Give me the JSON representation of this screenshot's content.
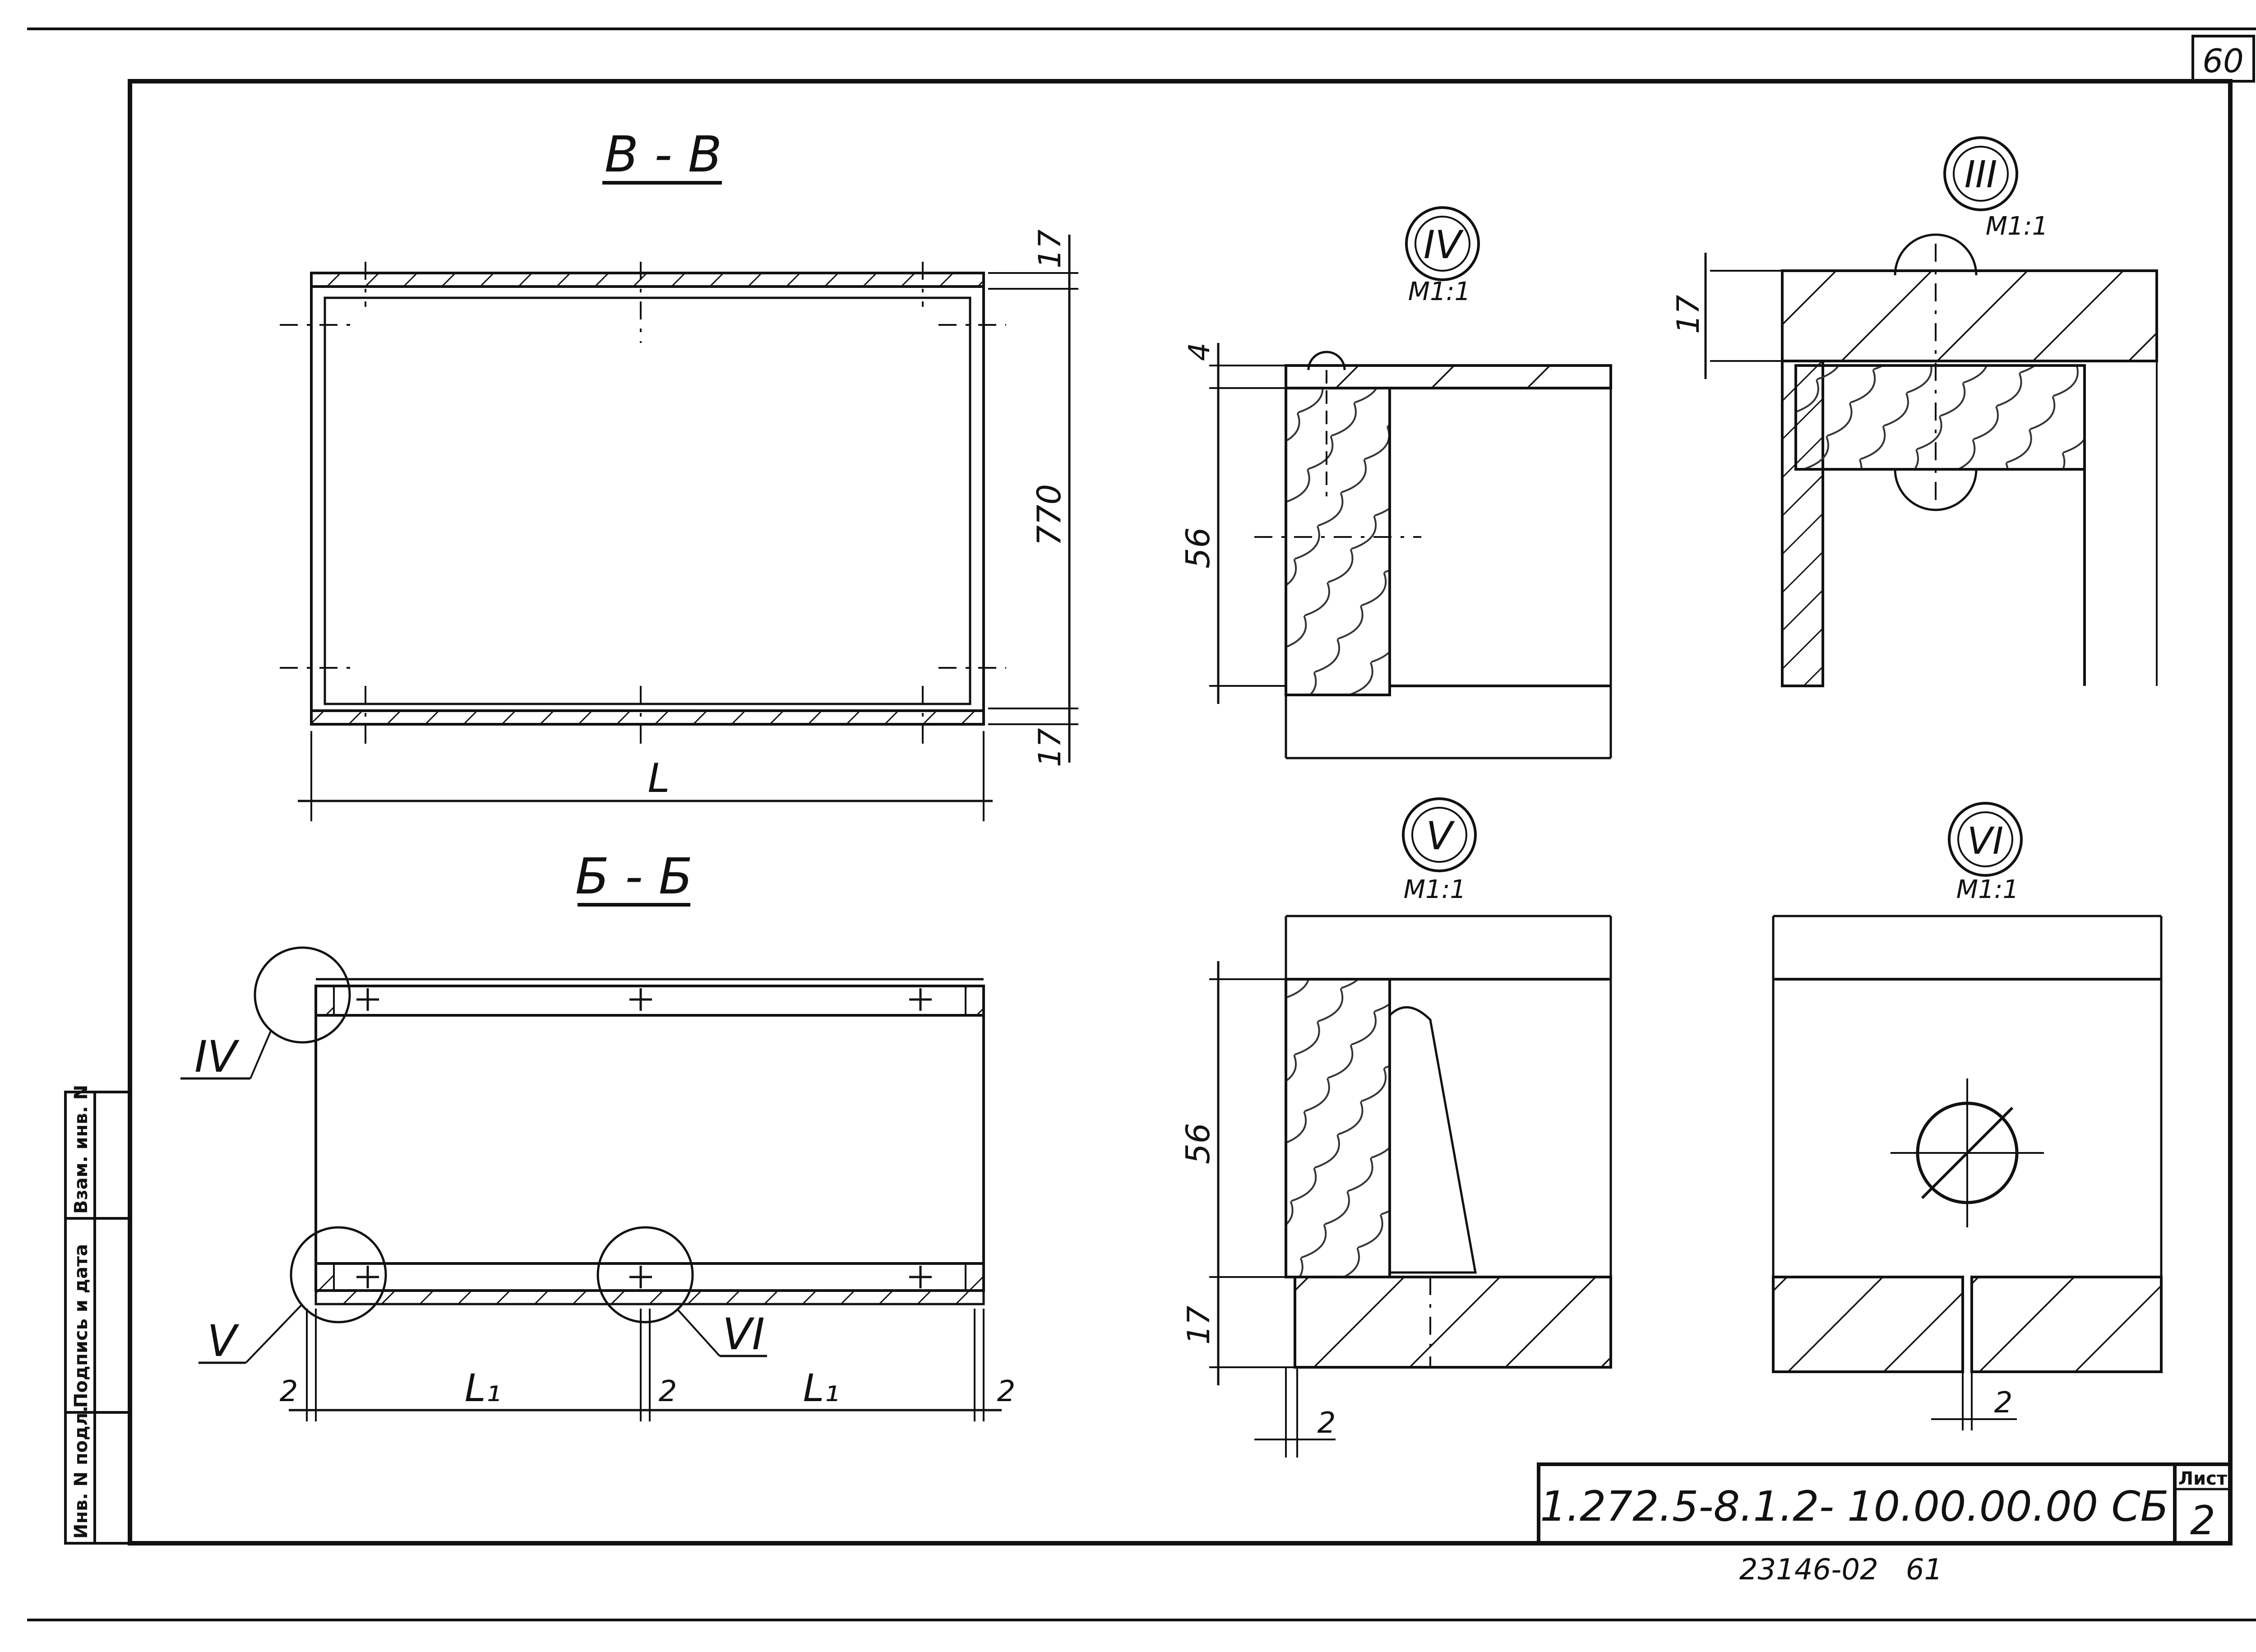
{
  "page_number": "60",
  "sections": {
    "bb_top": {
      "title": "В - В",
      "dim_top": "17",
      "dim_height": "770",
      "dim_bottom": "17",
      "dim_length": "L"
    },
    "bb_bottom": {
      "title": "Б - Б",
      "callouts": [
        "IV",
        "V",
        "VI"
      ],
      "dims": [
        "2",
        "L₁",
        "2",
        "L₁",
        "2"
      ]
    }
  },
  "details": {
    "iv": {
      "label": "IV",
      "scale": "М1:1",
      "dims": [
        "4",
        "56"
      ]
    },
    "iii": {
      "label": "III",
      "scale": "М1:1",
      "dims": [
        "17"
      ]
    },
    "v": {
      "label": "V",
      "scale": "М1:1",
      "dims": [
        "56",
        "17",
        "2"
      ]
    },
    "vi": {
      "label": "VI",
      "scale": "М1:1",
      "dims": [
        "2"
      ]
    }
  },
  "side_stamp": [
    "Инв. N подл.",
    "Подпись и дата",
    "Взам. инв. N"
  ],
  "title_block": {
    "designation": "1.272.5-8.1.2- 10.00.00.00 СБ",
    "sheet_label": "Лист",
    "sheet_number": "2"
  },
  "footer_code": "23146-02   61"
}
